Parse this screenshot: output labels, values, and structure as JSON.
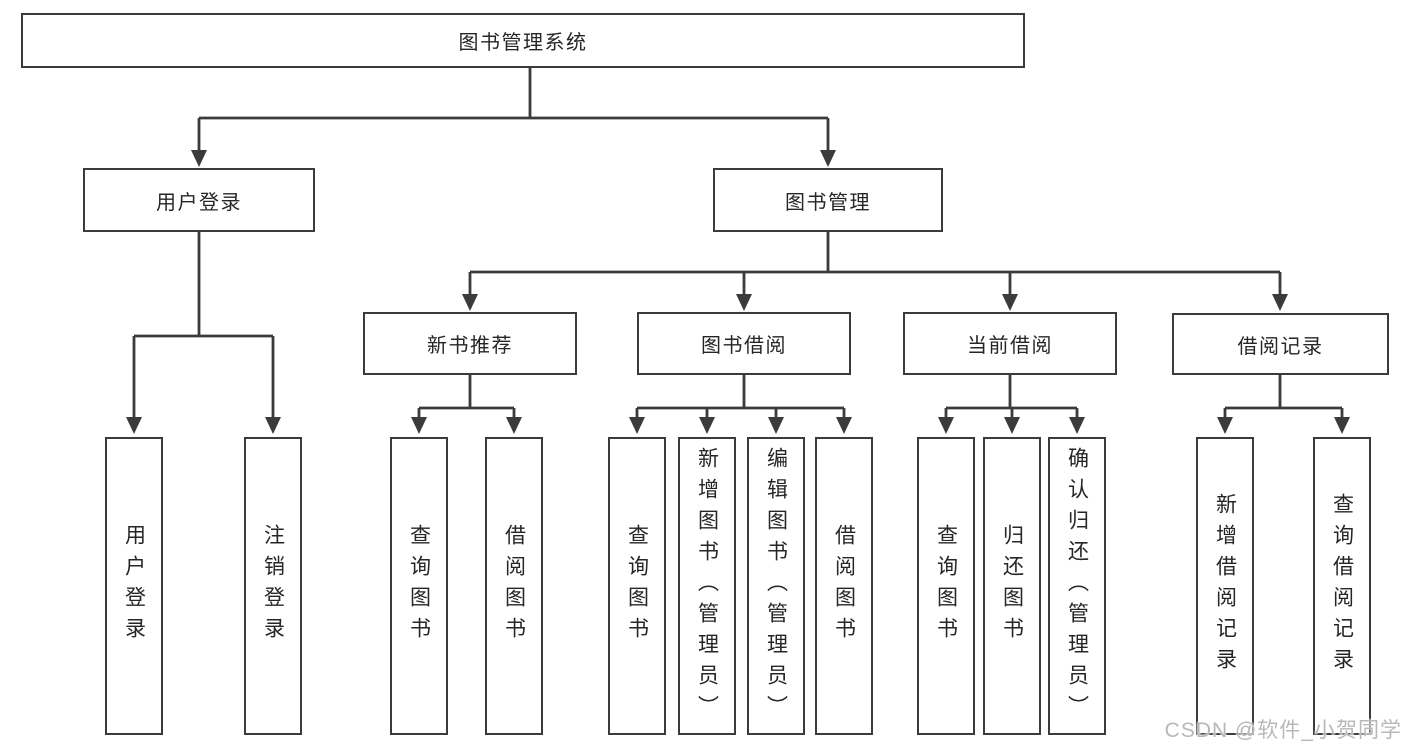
{
  "diagram": {
    "root": {
      "label": "图书管理系统"
    },
    "level2": [
      {
        "label": "用户登录",
        "parent": "图书管理系统"
      },
      {
        "label": "图书管理",
        "parent": "图书管理系统"
      }
    ],
    "level3": [
      {
        "label": "新书推荐",
        "parent": "图书管理"
      },
      {
        "label": "图书借阅",
        "parent": "图书管理"
      },
      {
        "label": "当前借阅",
        "parent": "图书管理"
      },
      {
        "label": "借阅记录",
        "parent": "图书管理"
      }
    ],
    "leaves": [
      {
        "label": "用户登录",
        "parent": "用户登录"
      },
      {
        "label": "注销登录",
        "parent": "用户登录"
      },
      {
        "label": "查询图书",
        "parent": "新书推荐"
      },
      {
        "label": "借阅图书",
        "parent": "新书推荐"
      },
      {
        "label": "查询图书",
        "parent": "图书借阅"
      },
      {
        "label": "新增图书（管理员）",
        "parent": "图书借阅"
      },
      {
        "label": "编辑图书（管理员）",
        "parent": "图书借阅"
      },
      {
        "label": "借阅图书",
        "parent": "图书借阅"
      },
      {
        "label": "查询图书",
        "parent": "当前借阅"
      },
      {
        "label": "归还图书",
        "parent": "当前借阅"
      },
      {
        "label": "确认归还（管理员）",
        "parent": "当前借阅"
      },
      {
        "label": "新增借阅记录",
        "parent": "借阅记录"
      },
      {
        "label": "查询借阅记录",
        "parent": "借阅记录"
      }
    ]
  },
  "watermark": {
    "text": "CSDN @软件_小贺同学"
  },
  "colors": {
    "background": "#ffffff",
    "line": "#3b3b3b",
    "box_border": "#3b3b3b",
    "text": "#262626",
    "watermark": "#b8b8b8"
  }
}
